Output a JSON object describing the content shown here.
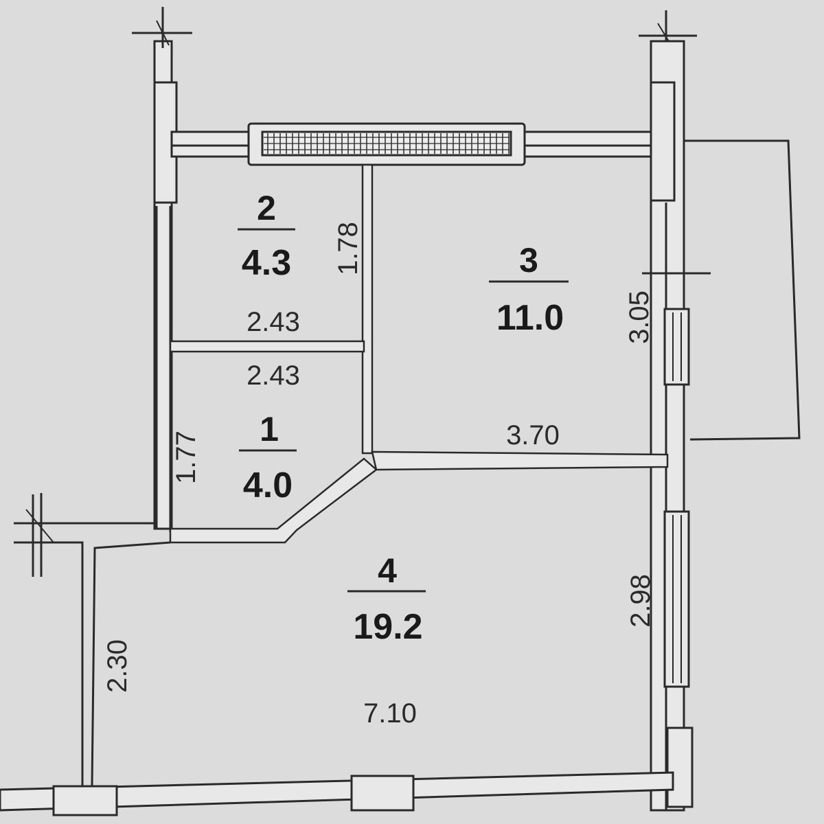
{
  "rooms": [
    {
      "number": "1",
      "area": "4.0"
    },
    {
      "number": "2",
      "area": "4.3"
    },
    {
      "number": "3",
      "area": "11.0"
    },
    {
      "number": "4",
      "area": "19.2"
    }
  ],
  "dimensions": {
    "room2_height": "1.78",
    "room2_width": "2.43",
    "room1_width": "2.43",
    "room1_height": "1.77",
    "room3_width": "3.70",
    "room3_height": "3.05",
    "room4_height_right": "2.98",
    "room4_height_left": "2.30",
    "room4_width": "7.10"
  }
}
